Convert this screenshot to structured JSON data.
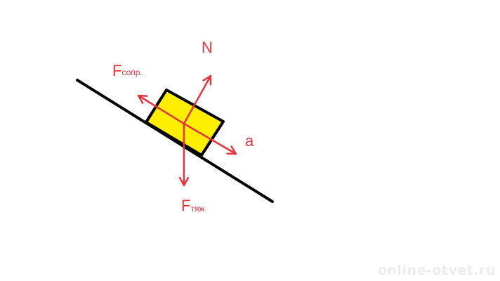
{
  "labels": {
    "normal": "N",
    "resistance_main": "F",
    "resistance_sub": "сопр.",
    "acceleration": "a",
    "gravity_main": "F",
    "gravity_sub": "тяж"
  },
  "watermark": "online-otvet.ru",
  "colors": {
    "arrows": "#e8323c",
    "block_fill": "#ffee00",
    "outline": "#000000",
    "watermark": "#ececec"
  }
}
